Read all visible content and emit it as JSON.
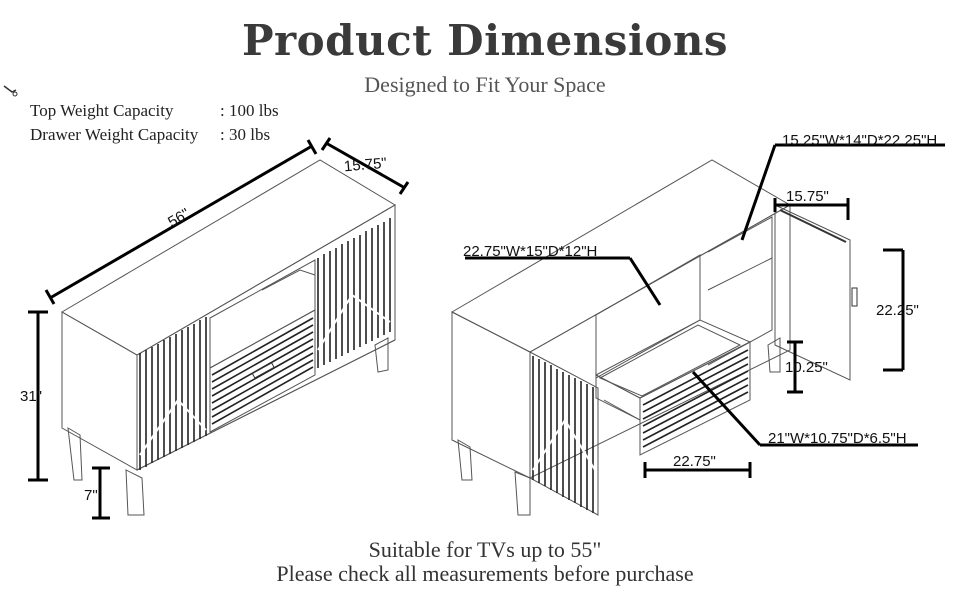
{
  "title": "Product Dimensions",
  "subtitle": "Designed to Fit Your Space",
  "specs": [
    {
      "label": "Top Weight Capacity",
      "value": ": 100 lbs"
    },
    {
      "label": "Drawer Weight Capacity",
      "value": ": 30 lbs"
    }
  ],
  "dimensions": {
    "width": "56\"",
    "depth": "15.75\"",
    "height": "31\"",
    "leg_height": "7\"",
    "cabinet_interior": "15.25\"W*14\"D*22.25\"H",
    "door_depth": "15.75\"",
    "door_height": "22.25\"",
    "center_opening": "22.75\"W*15\"D*12\"H",
    "shelf_height": "10.25\"",
    "drawer_interior": "21\"W*10.75\"D*6.5\"H",
    "drawer_width": "22.75\""
  },
  "footer": {
    "line1": "Suitable for TVs up to 55\"",
    "line2": "Please check all measurements before purchase"
  }
}
